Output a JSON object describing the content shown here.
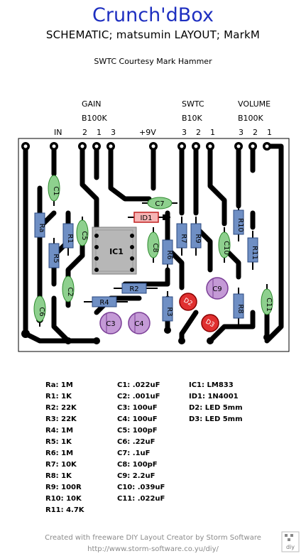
{
  "header": {
    "title": "Crunch'dBox",
    "subtitle": "SCHEMATIC; matsumin  LAYOUT; MarkM",
    "courtesy": "SWTC Courtesy Mark Hammer"
  },
  "pots": [
    {
      "name": "GAIN",
      "value": "B100K",
      "pins": [
        "2",
        "1",
        "3"
      ]
    },
    {
      "name": "SWTC",
      "value": "B10K",
      "pins": [
        "3",
        "2",
        "1"
      ]
    },
    {
      "name": "VOLUME",
      "value": "B100K",
      "pins": [
        "3",
        "2",
        "1"
      ]
    }
  ],
  "io_labels": {
    "input": "IN",
    "supply": "+9V"
  },
  "components": {
    "resistors": [
      "Ra",
      "R1",
      "R5",
      "R2",
      "R4",
      "R3",
      "R6",
      "R7",
      "R9",
      "R8",
      "R10",
      "R11"
    ],
    "film_caps": [
      "C1",
      "C5",
      "C2",
      "C6",
      "C7",
      "C8",
      "C10",
      "C11"
    ],
    "electrolytics": [
      "C3",
      "C4",
      "C9"
    ],
    "ic": "IC1",
    "diode": "ID1",
    "leds": [
      "D2",
      "D3"
    ]
  },
  "bom": {
    "col1": [
      "Ra: 1M",
      "R1: 1K",
      "R2: 22K",
      "R3: 22K",
      "R4: 1M",
      "R5: 1K",
      "R6: 1M",
      "R7: 10K",
      "R8: 1K",
      "R9: 100R",
      "R10: 10K",
      "R11: 4.7K"
    ],
    "col2": [
      "C1: .022uF",
      "C2: .001uF",
      "C3: 100uF",
      "C4: 100uF",
      "C5: 100pF",
      "C6: .22uF",
      "C7: .1uF",
      "C8: 100pF",
      "C9: 2.2uF",
      "C10: .039uF",
      "C11: .022uF"
    ],
    "col3": [
      "IC1: LM833",
      "ID1: 1N4001",
      "D2: LED 5mm",
      "D3: LED 5mm"
    ]
  },
  "footer": {
    "line1": "Created with freeware DIY Layout Creator by Storm Software",
    "line2": "http://www.storm-software.co.yu/diy/",
    "logo_text": "diy"
  },
  "colors": {
    "title": "#1e2fc0",
    "resistor": "#6f8fc4",
    "film_cap": "#8ed08e",
    "electrolytic": "#c49ad6",
    "led": "#e03030",
    "diode": "#e86060",
    "trace": "#000000"
  }
}
